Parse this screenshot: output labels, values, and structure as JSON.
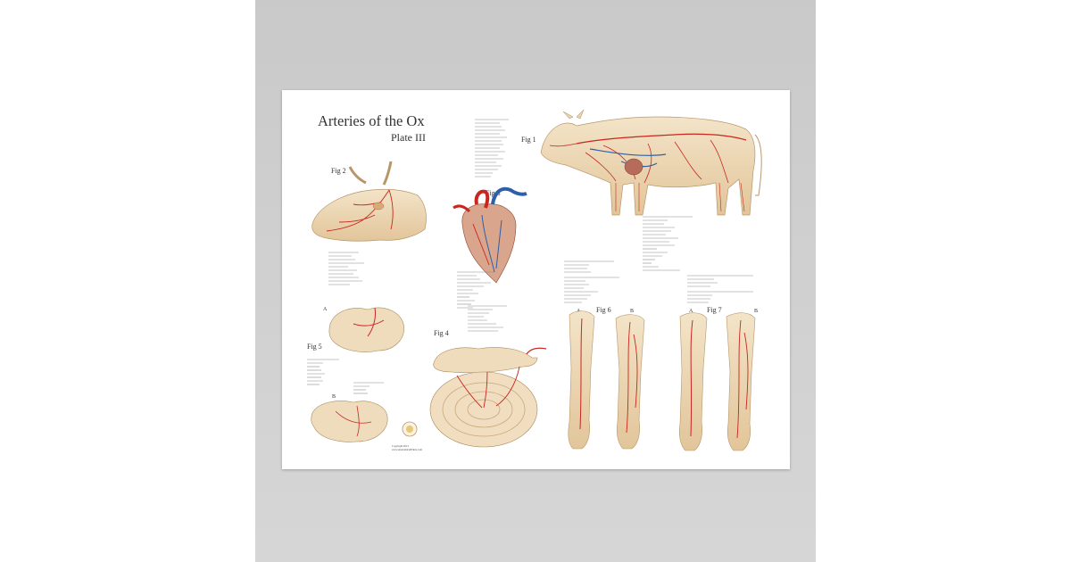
{
  "poster": {
    "title": "Arteries of the Ox",
    "subtitle": "Plate III",
    "figures": {
      "fig1": "Fig 1",
      "fig2": "Fig 2",
      "fig3": "Fig 3",
      "fig4": "Fig 4",
      "fig5": "Fig 5",
      "fig6": "Fig 6",
      "fig7": "Fig 7"
    },
    "view_labels": {
      "a": "A",
      "b": "B"
    },
    "copyright_lines": [
      "Copyright 2013",
      "www.AnatomicalPrints.com"
    ]
  },
  "colors": {
    "wall": "#cfcfcf",
    "poster": "#ffffff",
    "artery": "#c8261e",
    "vein": "#2e5fa8",
    "tissue": "#efdcbc",
    "tissue_shadow": "#d9b98e"
  },
  "icons": [
    "cow-body-illustration",
    "cow-head-illustration",
    "heart-illustration",
    "intestine-illustration",
    "stomach-illustration",
    "leg-illustration",
    "seal-logo"
  ]
}
